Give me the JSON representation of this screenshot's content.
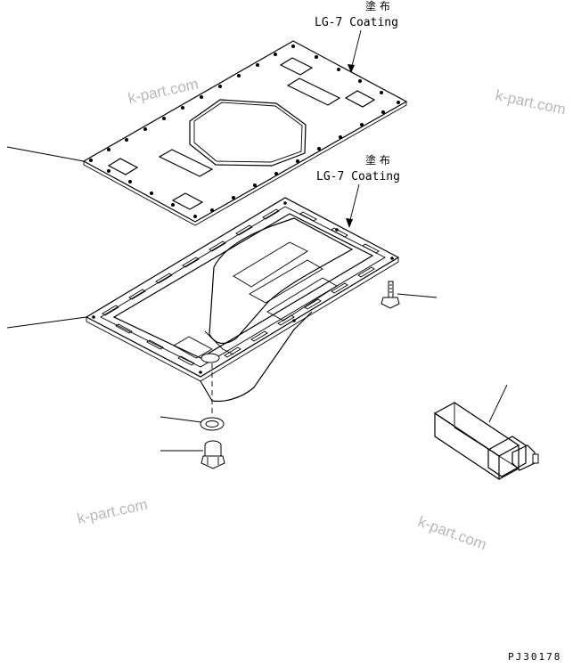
{
  "annotations": {
    "gasket_note": {
      "kanji": "塗 布",
      "text": "LG-7 Coating"
    },
    "pan_note": {
      "kanji": "塗 布",
      "text": "LG-7 Coating"
    }
  },
  "watermarks": [
    "k-part.com",
    "k-part.com",
    "k-part.com",
    "k-part.com"
  ],
  "drawing_code": "PJ30178",
  "colors": {
    "line": "#000000",
    "watermark": "#b8b8b8",
    "background": "#ffffff"
  }
}
